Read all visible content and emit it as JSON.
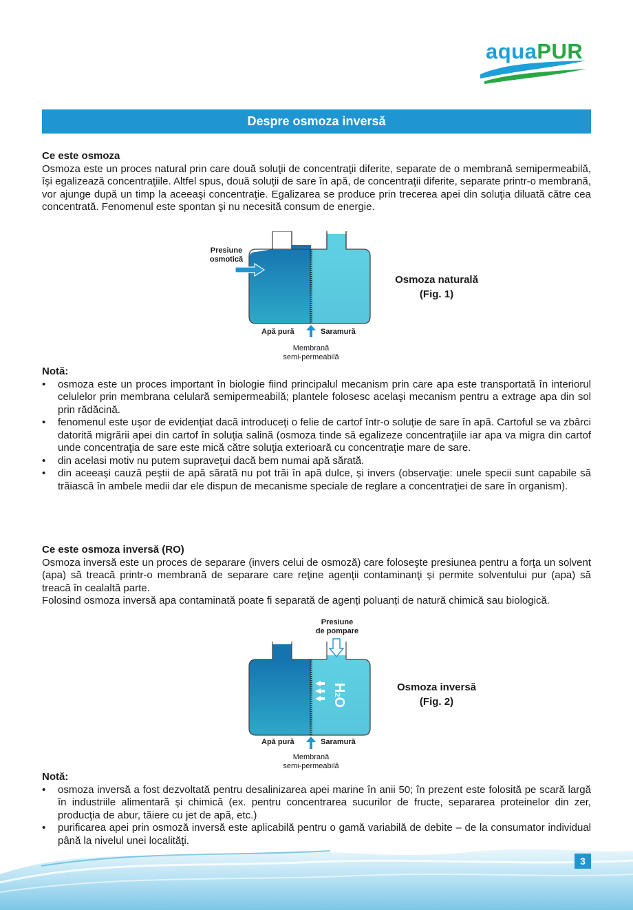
{
  "logo": {
    "part1": "aqua",
    "part2": "PUR"
  },
  "banner_title": "Despre osmoza inversă",
  "section1": {
    "heading": "Ce este osmoza",
    "text": "Osmoza este un proces natural prin care două soluţii de concentraţii diferite, separate de o membrană semipermeabilă, îşi egalizează concentraţiile. Altfel spus, două soluţii de sare în apă, de concentraţii diferite, separate printr-o membrană, vor ajunge după un timp la aceeaşi concentraţie. Egalizarea se produce prin trecerea apei din soluţia diluată către cea concentrată. Fenomenul este spontan şi nu necesită consum de energie."
  },
  "fig1": {
    "pressure_label_1": "Presiune",
    "pressure_label_2": "osmotică",
    "left_label": "Apă pură",
    "right_label": "Saramură",
    "membrane_label_1": "Membrană",
    "membrane_label_2": "semi-permeabilă",
    "caption_1": "Osmoza naturală",
    "caption_2": "(Fig. 1)"
  },
  "note1": {
    "heading": "Notă:",
    "items": [
      "osmoza este un proces important în biologie fiind principalul mecanism prin care apa este transportată în interiorul celulelor prin membrana celulară semipermeabilă; plantele folosesc acelaşi mecanism pentru a extrage apa din sol prin rădăcină.",
      "fenomenul este uşor de evidenţiat dacă introduceţi o felie de cartof într-o soluţie de sare în apă. Cartoful se va zbârci datorită migrării apei din cartof în soluţia salină (osmoza tinde să egalizeze concentraţiile iar apa va migra din cartof unde concentraţia de sare este mică către soluţia exterioară cu concentraţie mare de sare.",
      "din acelasi motiv nu putem supraveţui dacă bem numai apă sărată.",
      "din aceeaşi cauză peştii de apă sărată nu pot trăi în apă dulce, și invers (observaţie: unele specii sunt capabile să trăiască în ambele medii dar ele dispun de mecanisme speciale de reglare a concentraţiei de sare în organism)."
    ]
  },
  "section2": {
    "heading": "Ce este osmoza inversă (RO)",
    "text1": "Osmoza inversă este un proces de separare (invers celui de osmoză) care foloseşte presiunea pentru a forţa un solvent (apa) să treacă printr-o membrană de separare care reţine agenţii contaminanţi şi permite solventului pur (apa) să treacă în cealaltă parte.",
    "text2": "Folosind osmoza inversă apa contaminată poate fi separată de agenți poluanți de natură chimică sau biologică."
  },
  "fig2": {
    "pressure_label_1": "Presiune",
    "pressure_label_2": "de pompare",
    "water_label": "H",
    "water_sub": "2",
    "water_o": "O",
    "left_label": "Apă pură",
    "right_label": "Saramură",
    "membrane_label_1": "Membrană",
    "membrane_label_2": "semi-permeabilă",
    "caption_1": "Osmoza inversă",
    "caption_2": "(Fig. 2)"
  },
  "note2": {
    "heading": "Notă:",
    "items": [
      "osmoza inversă a fost dezvoltată pentru desalinizarea apei marine în anii 50; în prezent este folosită pe scară largă în industriile alimentară şi chimică (ex. pentru concentrarea sucurilor de fructe, separarea proteinelor din zer, producţia de abur, tăiere cu jet de apă, etc.)",
      "purificarea apei prin osmoză inversă este aplicabilă pentru o gamă variabilă de debite – de la consumator individual până la nivelul unei localităţi."
    ]
  },
  "page_number": "3",
  "colors": {
    "brand_blue": "#1f95d1",
    "brand_green": "#27a844",
    "tank_dark": "#1e7fb6",
    "tank_light": "#5fcde0"
  }
}
